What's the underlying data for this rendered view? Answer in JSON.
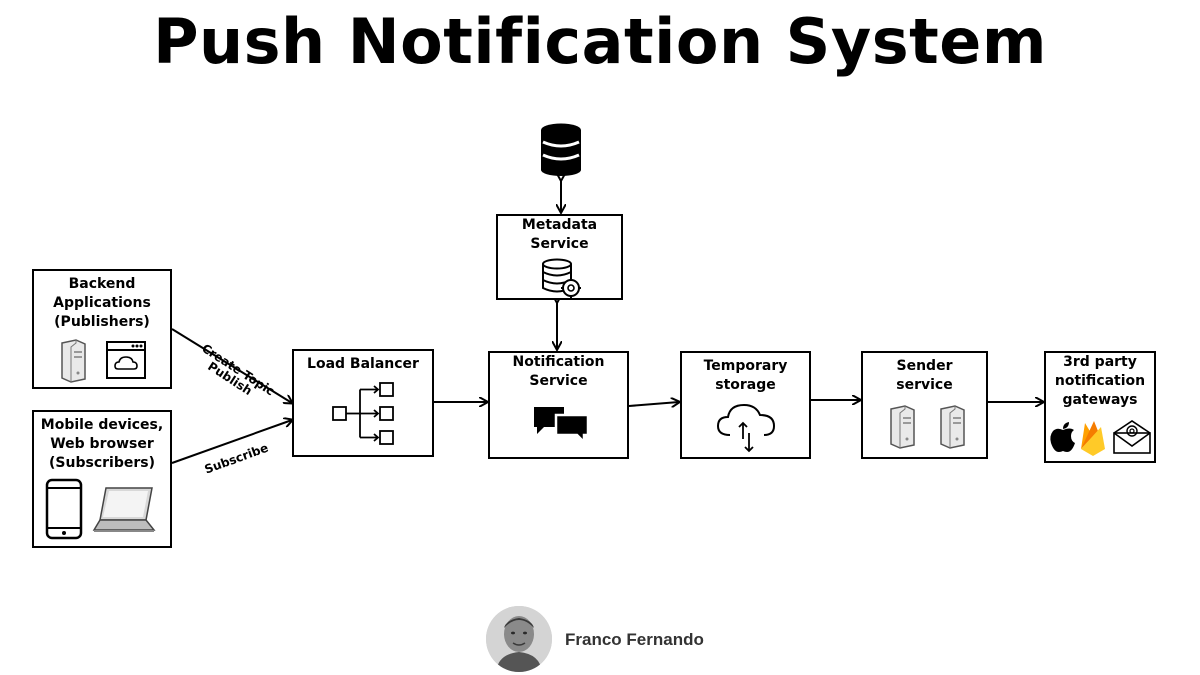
{
  "title": "Push Notification System",
  "nodes": {
    "backend": {
      "lines": [
        "Backend",
        "Applications",
        "(Publishers)"
      ]
    },
    "mobile": {
      "lines": [
        "Mobile devices,",
        "Web browser",
        "(Subscribers)"
      ]
    },
    "load_balancer": {
      "lines": [
        "Load Balancer"
      ]
    },
    "metadata": {
      "lines": [
        "Metadata",
        "Service"
      ]
    },
    "notification": {
      "lines": [
        "Notification",
        "Service"
      ]
    },
    "temporary": {
      "lines": [
        "Temporary",
        "storage"
      ]
    },
    "sender": {
      "lines": [
        "Sender",
        "service"
      ]
    },
    "gateways": {
      "lines": [
        "3rd party",
        "notification",
        "gateways"
      ]
    }
  },
  "edges": {
    "create_topic": "Create Topic",
    "publish": "Publish",
    "subscribe": "Subscribe"
  },
  "icons": {
    "database": "database-icon",
    "metadata": "database-gear-icon",
    "load_balancer": "load-balancer-icon",
    "notification": "chat-bubbles-icon",
    "temporary": "cloud-sync-icon",
    "sender": "server-tower-icon",
    "backend": "server-and-browser-icon",
    "mobile": "phone-and-laptop-icon",
    "gateways": [
      "apple-icon",
      "firebase-icon",
      "email-icon"
    ]
  },
  "author": {
    "name": "Franco Fernando"
  }
}
